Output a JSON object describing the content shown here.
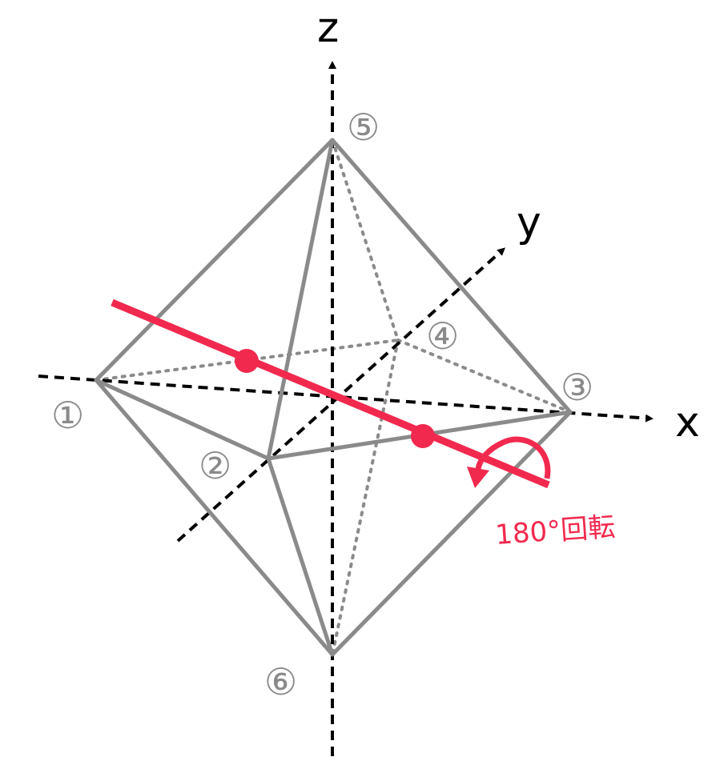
{
  "axes": {
    "x_label": "x",
    "y_label": "y",
    "z_label": "z"
  },
  "vertices": [
    {
      "id": "1",
      "label": "①"
    },
    {
      "id": "2",
      "label": "②"
    },
    {
      "id": "3",
      "label": "③"
    },
    {
      "id": "4",
      "label": "④"
    },
    {
      "id": "5",
      "label": "⑤"
    },
    {
      "id": "6",
      "label": "⑥"
    }
  ],
  "rotation": {
    "label": "180°回転"
  },
  "colors": {
    "edge": "#8a8a8a",
    "axis": "#000000",
    "rotation_axis": "#f2294e",
    "label": "#8a8a8a"
  }
}
